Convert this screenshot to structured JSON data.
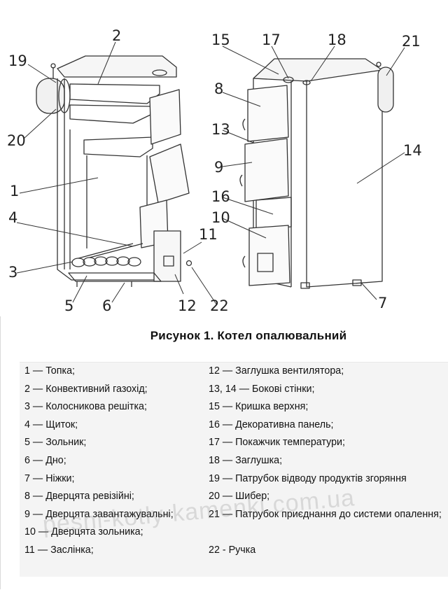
{
  "figure": {
    "caption": "Рисунок 1. Котел опалювальний",
    "callouts": [
      "1",
      "2",
      "3",
      "4",
      "5",
      "6",
      "7",
      "8",
      "9",
      "10",
      "11",
      "12",
      "13",
      "14",
      "15",
      "16",
      "17",
      "18",
      "19",
      "20",
      "21",
      "22"
    ]
  },
  "legend": {
    "left": [
      "1 — Топка;",
      "2 — Конвективний газохід;",
      "3 — Колосникова решітка;",
      "4 — Щиток;",
      "5 — Зольник;",
      "6 — Дно;",
      "7 — Ніжки;",
      "8 — Дверцята ревізійні;",
      "9 — Дверцята завантажувальні;",
      "10 — Дверцята зольника;",
      "11 — Заслінка;"
    ],
    "right": [
      "12 — Заглушка вентилятора;",
      "13, 14 — Бокові стінки;",
      "15 — Кришка верхня;",
      "16 — Декоративна панель;",
      "17 — Покажчик температури;",
      "18 — Заглушка;",
      "19 —  Патрубок відводу продуктів згоряння",
      "20 — Шибер;",
      "21 — Патрубок приєднання до системи опалення;",
      "22 - Ручка"
    ]
  },
  "watermark": "peshi-kotly-kamenki.com.ua"
}
